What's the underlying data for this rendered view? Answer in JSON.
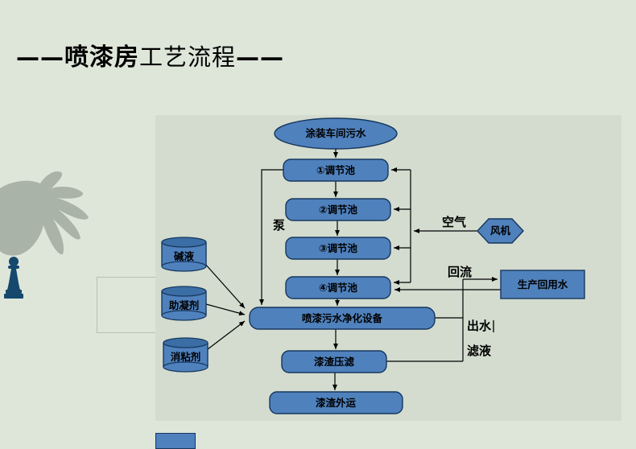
{
  "title": {
    "dash_left": "——",
    "highlight": "喷漆房",
    "rest": "工艺流程",
    "dash_right": "——"
  },
  "colors": {
    "background": "#dee6da",
    "panel": "#d3dccf",
    "node_fill": "#4f81bd",
    "node_border": "#17375e",
    "cylinder_top": "#3a6ea5",
    "text": "#000000",
    "hand_gray": "#a9b3a7",
    "chess_navy": "#16476d"
  },
  "decorations": {
    "hand": "hand-silhouette",
    "chess": "chess-piece-pawn"
  },
  "flowchart": {
    "source": {
      "label": "涂装车间污水"
    },
    "pools": [
      {
        "label": "①调节池"
      },
      {
        "label": "②调节池"
      },
      {
        "label": "③调节池"
      },
      {
        "label": "④调节池"
      }
    ],
    "purifier": {
      "label": "喷漆污水净化设备"
    },
    "press": {
      "label": "漆渣压滤"
    },
    "transport": {
      "label": "漆渣外运"
    },
    "chemicals": [
      {
        "label": "碱液"
      },
      {
        "label": "助凝剂"
      },
      {
        "label": "消粘剂"
      }
    ],
    "fan": {
      "label": "风机"
    },
    "reuse": {
      "label": "生产回用水"
    },
    "annotations": {
      "pump": "泵",
      "air": "空气",
      "reflux": "回流",
      "outlet": "出水",
      "filtrate": "滤液"
    }
  }
}
